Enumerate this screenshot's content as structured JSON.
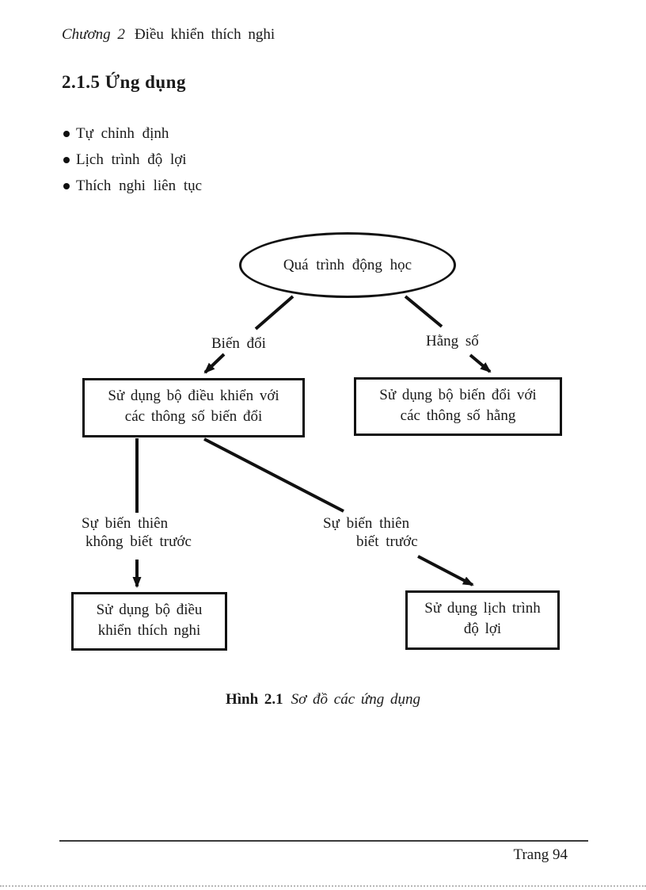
{
  "header": {
    "chapter_label": "Chương 2",
    "chapter_title": "Điều khiển thích nghi"
  },
  "section": {
    "heading": "2.1.5 Ứng dụng"
  },
  "bullets": [
    {
      "label": "Tự chỉnh định"
    },
    {
      "label": "Lịch trình độ lợi"
    },
    {
      "label": "Thích nghi liên tục"
    }
  ],
  "diagram": {
    "root_node": "Quá trình động học",
    "edge_labels": {
      "variable": "Biến đổi",
      "constant": "Hằng số",
      "unknown_line1": "Sự biến thiên",
      "unknown_line2": "không biết trước",
      "known_line1": "Sự biến thiên",
      "known_line2": "biết trước"
    },
    "boxes": {
      "variable_controller": {
        "line1": "Sử dụng bộ điều khiển với",
        "line2": "các thông số biến đổi"
      },
      "constant_converter": {
        "line1": "Sử dụng bộ biến đổi với",
        "line2": "các thông số hằng"
      },
      "adaptive_controller": {
        "line1": "Sử dụng bộ điều",
        "line2": "khiển thích nghi"
      },
      "gain_schedule": {
        "line1": "Sử dụng lịch trình",
        "line2": "độ lợi"
      }
    }
  },
  "caption": {
    "figure_label": "Hình 2.1",
    "figure_title": "Sơ đồ các ứng dụng"
  },
  "footer": {
    "page_label": "Trang 94"
  },
  "colors": {
    "ink": "#111111"
  }
}
